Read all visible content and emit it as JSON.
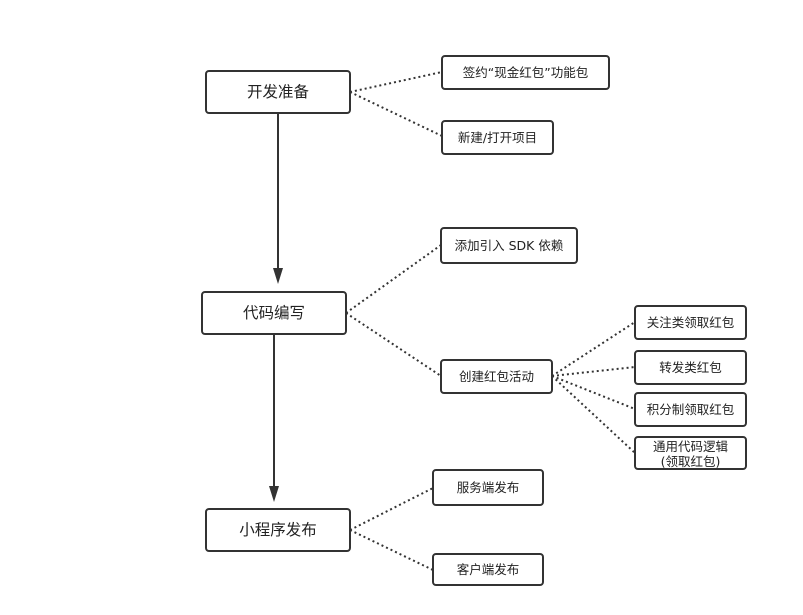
{
  "diagram": {
    "nodes": {
      "dev_prep": "开发准备",
      "sign_package": "签约“现金红包”功能包",
      "new_project": "新建/打开项目",
      "code_writing": "代码编写",
      "add_sdk": "添加引入 SDK 依赖",
      "create_activity": "创建红包活动",
      "follow_redpacket": "关注类领取红包",
      "forward_redpacket": "转发类红包",
      "points_redpacket": "积分制领取红包",
      "generic_logic_line1": "通用代码逻辑",
      "generic_logic_line2": "(领取红包)",
      "publish": "小程序发布",
      "server_publish": "服务端发布",
      "client_publish": "客户端发布"
    }
  }
}
